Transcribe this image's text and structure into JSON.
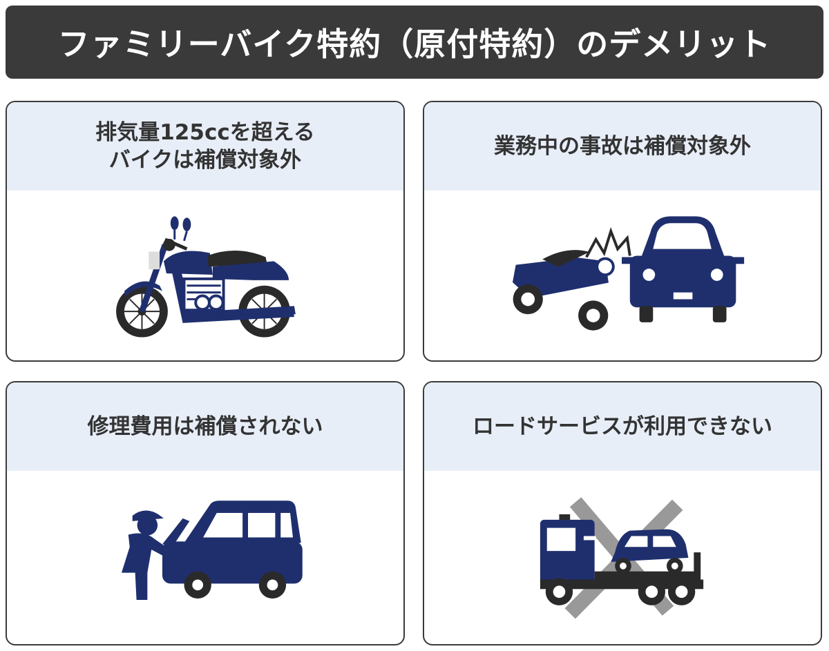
{
  "title": "ファミリーバイク特約（原付特約）のデメリット",
  "colors": {
    "navy": "#1f2f6e",
    "header_bg": "#3a3a3a",
    "caption_bg": "#e8eef8"
  },
  "cards": [
    {
      "caption": "排気量125ccを超える\nバイクは補償対象外",
      "icon": "motorcycle-icon"
    },
    {
      "caption": "業務中の事故は補償対象外",
      "icon": "bike-car-collision-icon"
    },
    {
      "caption": "修理費用は補償されない",
      "icon": "mechanic-repairing-car-icon"
    },
    {
      "caption": "ロードサービスが利用できない",
      "icon": "tow-truck-crossed-icon"
    }
  ]
}
